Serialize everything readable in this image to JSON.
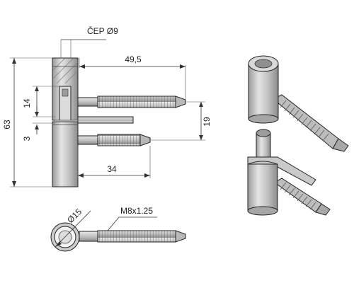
{
  "labels": {
    "cep": "ČEP Ø9",
    "width_49_5": "49,5",
    "height_63": "63",
    "d14": "14",
    "d3": "3",
    "d19": "19",
    "d34": "34",
    "d15": "Ø15",
    "thread": "M8x1.25"
  },
  "colors": {
    "metal_light": "#d6d6d6",
    "metal_mid": "#b4b4b4",
    "metal_dark": "#8a8a8a",
    "line": "#222222"
  }
}
